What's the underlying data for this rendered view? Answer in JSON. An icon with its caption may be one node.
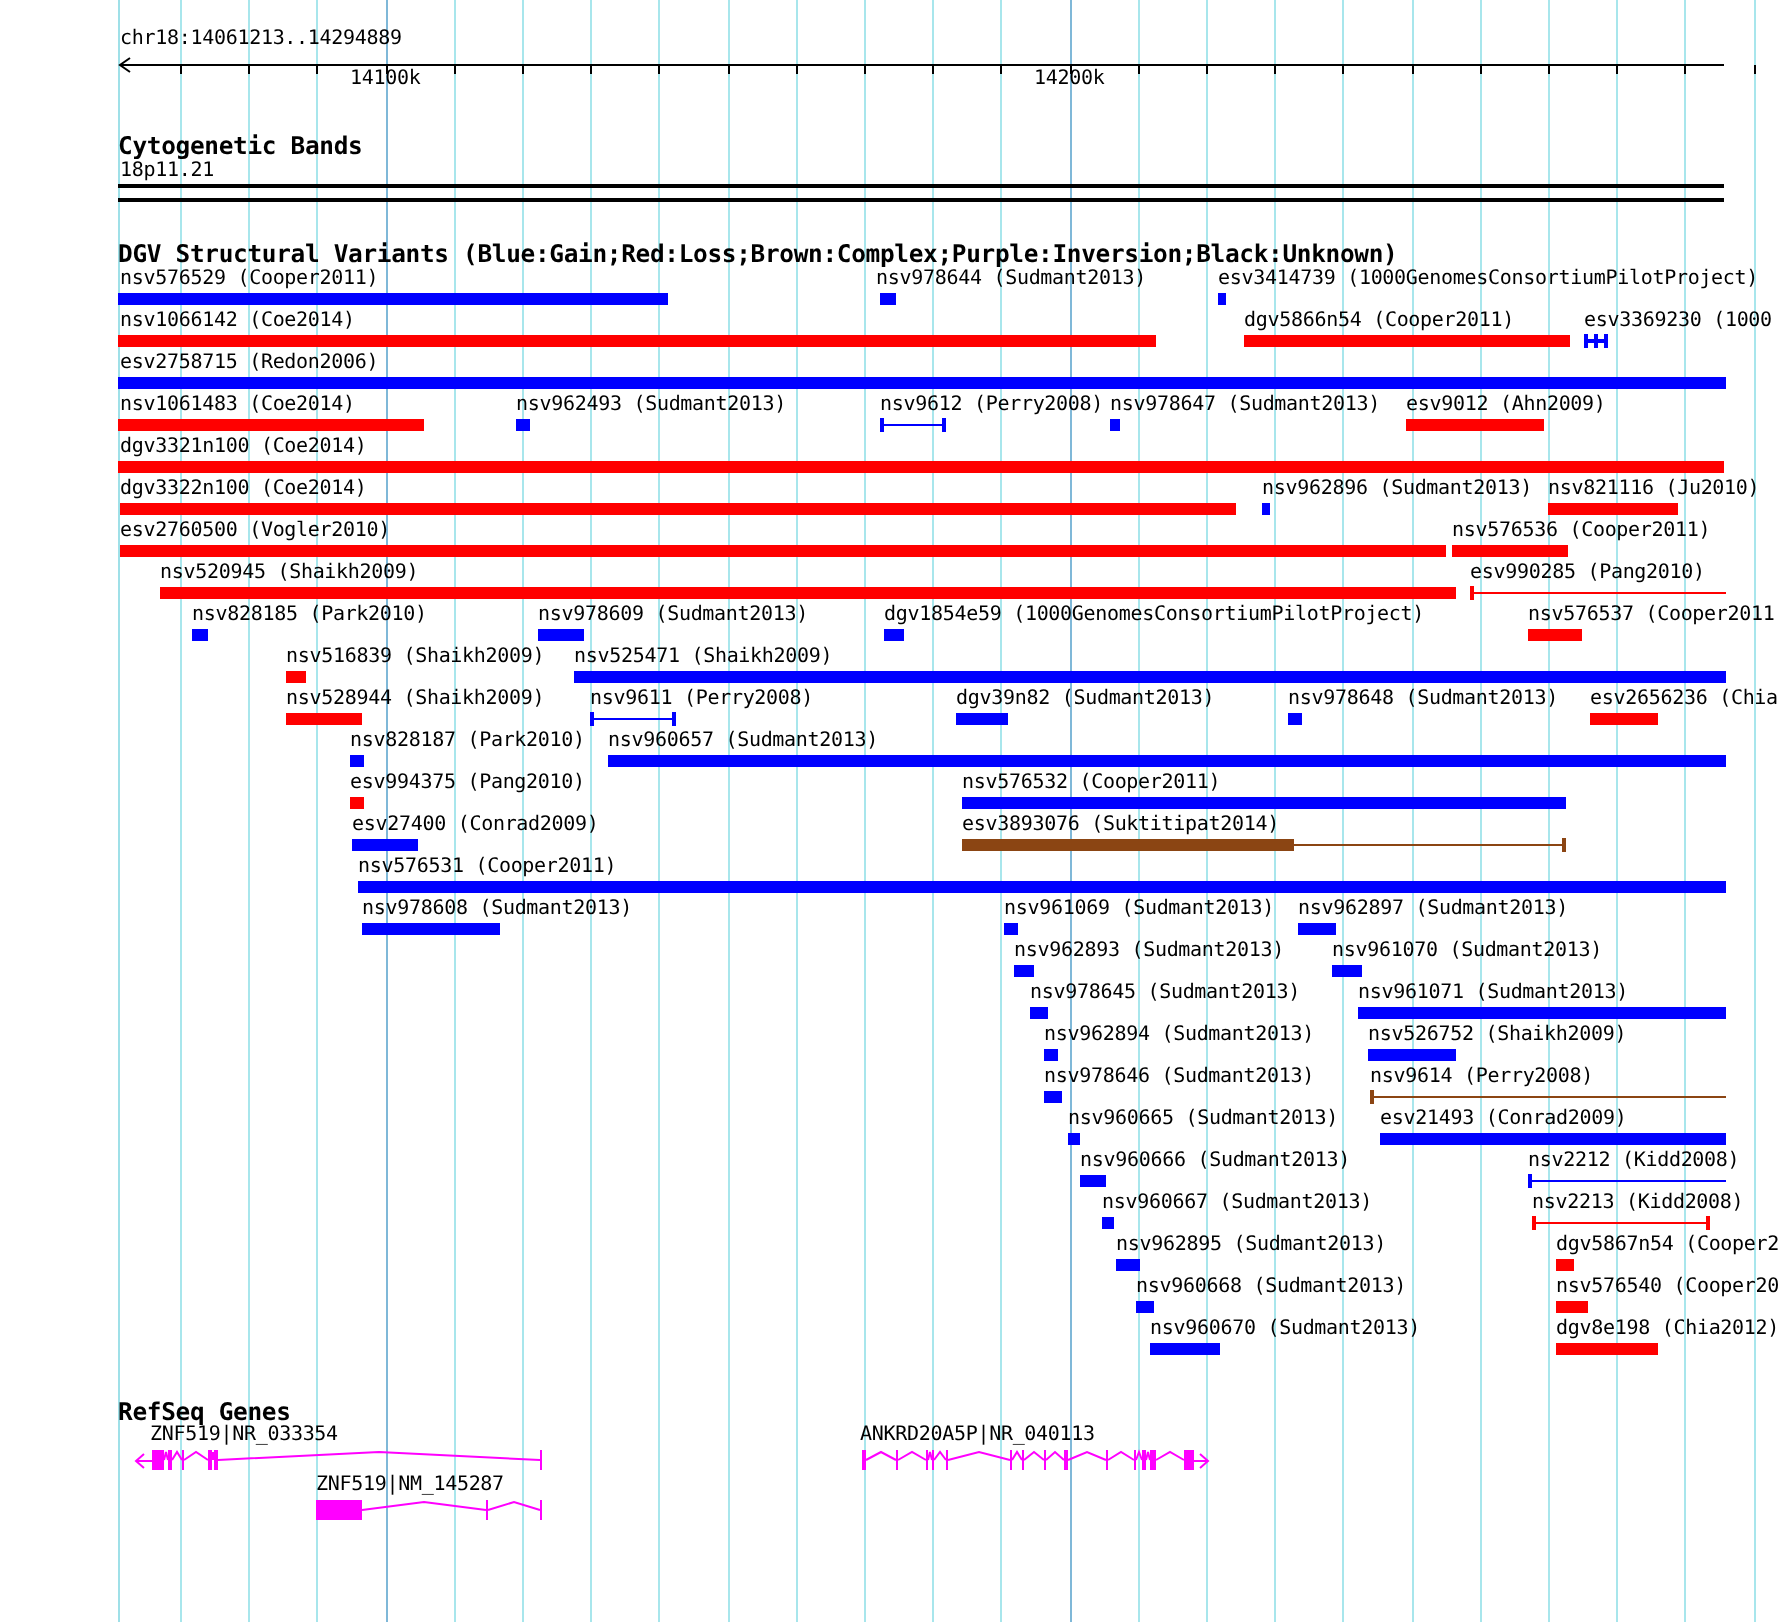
{
  "diagram": {
    "nodes": [
      {
        "text": [
          "18p11.21"
        ]
      },
      {
        "text": [
          "nsv576529 (Cooper2011)"
        ]
      },
      {
        "text": [
          "nsv978644 (Sudmant2013)"
        ]
      },
      {
        "text": [
          "esv3414739 (1000GenomesConsortiumPilotProject)"
        ]
      },
      {
        "text": [
          "nsv1066142 (Coe2014)"
        ]
      },
      {
        "text": [
          "dgv5866n54 (Cooper2011)"
        ]
      },
      {
        "text": [
          "esv3369230 (1000"
        ]
      },
      {
        "text": [
          "esv2758715 (Redon2006)"
        ]
      },
      {
        "text": [
          "nsv1061483 (Coe2014)"
        ]
      },
      {
        "text": [
          "nsv962493 (Sudmant2013)"
        ]
      },
      {
        "text": [
          "nsv9612 (Perry2008)"
        ]
      },
      {
        "text": [
          "nsv978647 (Sudmant2013)"
        ]
      },
      {
        "text": [
          "esv9012 (Ahn2009)"
        ]
      },
      {
        "text": [
          "dgv3321n100 (Coe2014)"
        ]
      },
      {
        "text": [
          "dgv3322n100 (Coe2014)"
        ]
      },
      {
        "text": [
          "nsv962896 (Sudmant2013)"
        ]
      },
      {
        "text": [
          "nsv821116 (Ju2010)"
        ]
      },
      {
        "text": [
          "esv2760500 (Vogler2010)"
        ]
      },
      {
        "text": [
          "nsv576536 (Cooper2011)"
        ]
      },
      {
        "text": [
          "nsv520945 (Shaikh2009)"
        ]
      },
      {
        "text": [
          "esv990285 (Pang2010)"
        ]
      },
      {
        "text": [
          "nsv828185 (Park2010)"
        ]
      },
      {
        "text": [
          "nsv978609 (Sudmant2013)"
        ]
      },
      {
        "text": [
          "dgv1854e59 (1000GenomesConsortiumPilotProject)"
        ]
      },
      {
        "text": [
          "nsv576537 (Cooper2011"
        ]
      },
      {
        "text": [
          "nsv516839 (Shaikh2009)"
        ]
      },
      {
        "text": [
          "nsv525471 (Shaikh2009)"
        ]
      },
      {
        "text": [
          "nsv528944 (Shaikh2009)"
        ]
      },
      {
        "text": [
          "nsv9611 (Perry2008)"
        ]
      },
      {
        "text": [
          "dgv39n82 (Sudmant2013)"
        ]
      },
      {
        "text": [
          "nsv978648 (Sudmant2013)"
        ]
      },
      {
        "text": [
          "esv2656236 (Chia"
        ]
      },
      {
        "text": [
          "nsv828187 (Park2010)"
        ]
      },
      {
        "text": [
          "nsv960657 (Sudmant2013)"
        ]
      },
      {
        "text": [
          "esv994375 (Pang2010)"
        ]
      },
      {
        "text": [
          "nsv576532 (Cooper2011)"
        ]
      },
      {
        "text": [
          "esv27400 (Conrad2009)"
        ]
      },
      {
        "text": [
          "esv3893076 (Suktitipat2014)"
        ]
      },
      {
        "text": [
          "nsv576531 (Cooper2011)"
        ]
      },
      {
        "text": [
          "nsv978608 (Sudmant2013)"
        ]
      },
      {
        "text": [
          "nsv961069 (Sudmant2013)"
        ]
      },
      {
        "text": [
          "nsv962897 (Sudmant2013)"
        ]
      },
      {
        "text": [
          "nsv962893 (Sudmant2013)"
        ]
      },
      {
        "text": [
          "nsv961070 (Sudmant2013)"
        ]
      },
      {
        "text": [
          "nsv978645 (Sudmant2013)"
        ]
      },
      {
        "text": [
          "nsv961071 (Sudmant2013)"
        ]
      },
      {
        "text": [
          "nsv962894 (Sudmant2013)"
        ]
      },
      {
        "text": [
          "nsv526752 (Shaikh2009)"
        ]
      },
      {
        "text": [
          "nsv978646 (Sudmant2013)"
        ]
      },
      {
        "text": [
          "nsv9614 (Perry2008)"
        ]
      },
      {
        "text": [
          "nsv960665 (Sudmant2013)"
        ]
      },
      {
        "text": [
          "esv21493 (Conrad2009)"
        ]
      },
      {
        "text": [
          "nsv960666 (Sudmant2013)"
        ]
      },
      {
        "text": [
          "nsv2212 (Kidd2008)"
        ]
      },
      {
        "text": [
          "nsv960667 (Sudmant2013)"
        ]
      },
      {
        "text": [
          "nsv2213 (Kidd2008)"
        ]
      },
      {
        "text": [
          "nsv962895 (Sudmant2013)"
        ]
      },
      {
        "text": [
          "dgv5867n54 (Cooper2"
        ]
      },
      {
        "text": [
          "nsv960668 (Sudmant2013)"
        ]
      },
      {
        "text": [
          "nsv576540 (Cooper20"
        ]
      },
      {
        "text": [
          "nsv960670 (Sudmant2013)"
        ]
      },
      {
        "text": [
          "dgv8e198 (Chia2012)"
        ]
      },
      {
        "text": [
          "ZNF519|NR_033354"
        ]
      },
      {
        "text": [
          "ANKRD20A5P|NR_040113"
        ]
      },
      {
        "text": [
          "ZNF519|NM_145287"
        ]
      }
    ],
    "labels": [
      "chr18:14061213..14294889",
      "14100k",
      "14200k",
      "Cytogenetic Bands",
      "DGV Structural Variants (Blue:Gain;Red:Loss;Brown:Complex;Purple:Inversion;Black:Unknown)",
      "RefSeq Genes"
    ]
  }
}
